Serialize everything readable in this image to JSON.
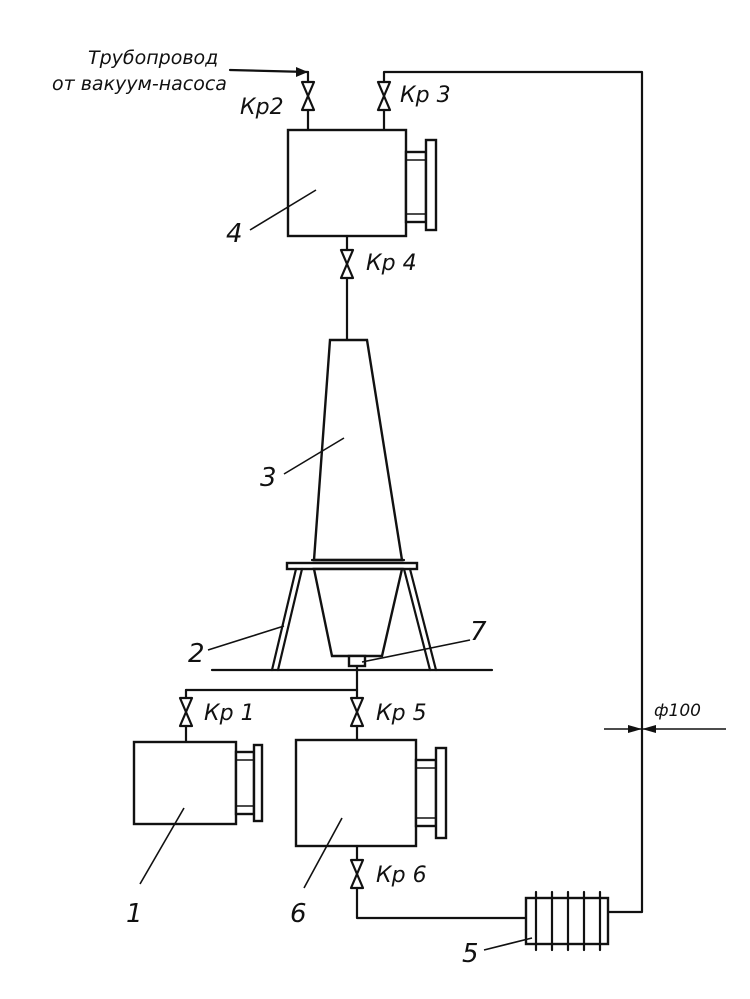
{
  "pipeline_label": {
    "line1": "Трубопровод",
    "line2": "от вакуум-насоса"
  },
  "valves": {
    "kp1": "Кр 1",
    "kp2": "Кр2",
    "kp3": "Кр 3",
    "kp4": "Кр 4",
    "kp5": "Кр 5",
    "kp6": "Кр 6"
  },
  "components": {
    "c1": "1",
    "c2": "2",
    "c3": "3",
    "c4": "4",
    "c5": "5",
    "c6": "6",
    "c7": "7"
  },
  "diameter_label": "ф100"
}
